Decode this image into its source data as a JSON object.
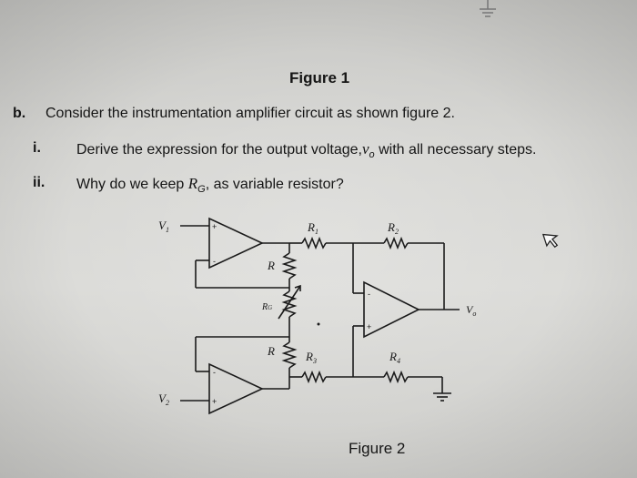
{
  "title": "Figure 1",
  "question": {
    "label": "b.",
    "text": "Consider the instrumentation amplifier circuit as shown figure 2."
  },
  "subquestions": [
    {
      "label": "i.",
      "text": "Derive the expression for the output voltage,",
      "var": "v",
      "sub": "o",
      "tail": " with all necessary steps."
    },
    {
      "label": "ii.",
      "text": "Why do we keep ",
      "var": "R",
      "sub": "G",
      "tail": ", as variable resistor?"
    }
  ],
  "circuit": {
    "labels": {
      "v1": "V",
      "v1_sub": "1",
      "v2": "V",
      "v2_sub": "2",
      "r1": "R",
      "r1_sub": "1",
      "r2": "R",
      "r2_sub": "2",
      "r3": "R",
      "r3_sub": "3",
      "r4": "R",
      "r4_sub": "4",
      "r_top": "R",
      "r_bottom": "R",
      "rg": "R",
      "rg_sub": "G",
      "vo": "V",
      "vo_sub": "o",
      "plus": "+",
      "minus": "-"
    }
  },
  "caption": "Figure 2",
  "icons": {
    "cursor": "cursor-arrow-icon",
    "ground": "ground-icon"
  }
}
